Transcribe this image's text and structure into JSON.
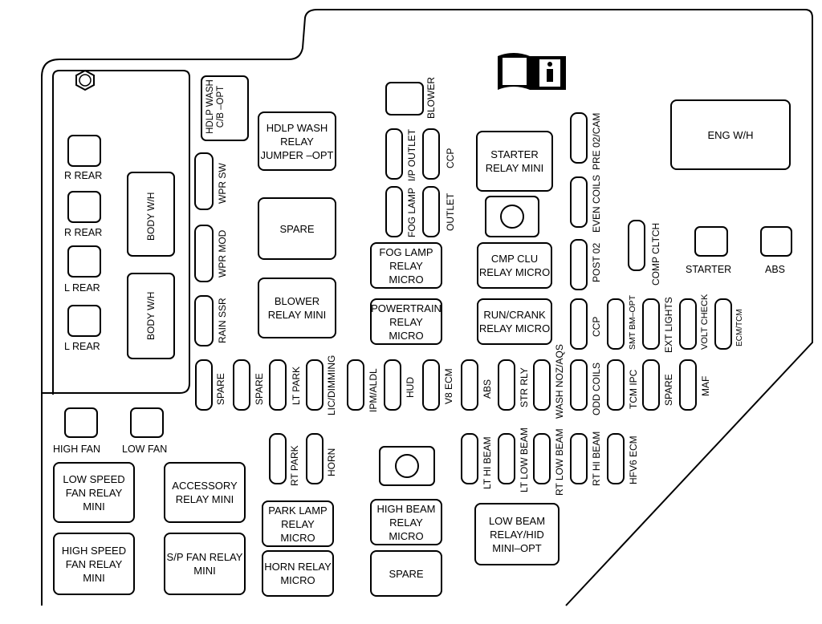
{
  "left_panel": {
    "relays": [
      {
        "id": "r-rear-1",
        "label": "R REAR"
      },
      {
        "id": "r-rear-2",
        "label": "R REAR"
      },
      {
        "id": "l-rear-1",
        "label": "L REAR"
      },
      {
        "id": "l-rear-2",
        "label": "L REAR"
      }
    ],
    "body_wh_1": "BODY W/H",
    "body_wh_2": "BODY W/H"
  },
  "upper_center": {
    "hdlp_wash_cb": "HDLP WASH C/B –OPT",
    "hdlp_wash_relay": "HDLP WASH RELAY JUMPER –OPT",
    "wpr_sw": "WPR SW",
    "wpr_mod": "WPR MOD",
    "rain_ssr": "RAIN SSR",
    "spare_big": "SPARE",
    "blower_relay": "BLOWER RELAY MINI",
    "blower": "BLOWER",
    "ip_outlet": "I/P OUTLET",
    "ccp_top": "CCP",
    "fog_lamp_fuse": "FOG LAMP",
    "outlet": "OUTLET",
    "fog_lamp_relay": "FOG LAMP RELAY MICRO",
    "powertrain_relay": "POWERTRAIN RELAY MICRO",
    "starter_relay": "STARTER RELAY MINI",
    "cmp_clu_relay": "CMP CLU RELAY MICRO",
    "run_crank_relay": "RUN/CRANK RELAY MICRO",
    "pre02_cam": "PRE 02/CAM",
    "even_coils": "EVEN COILS",
    "post02": "POST 02",
    "comp_clutch": "COMP CLTCH",
    "eng_wh": "ENG W/H",
    "starter": "STARTER",
    "abs_top": "ABS",
    "ccp_mid": "CCP",
    "smt_bm_opt": "SMT BM–OPT",
    "ext_lights": "EXT LIGHTS",
    "volt_check": "VOLT CHECK",
    "ecm_tcm": "ECM/TCM"
  },
  "fuse_row": [
    "SPARE",
    "SPARE",
    "LT PARK",
    "LIC/DIMMING",
    "IPM/ALDL",
    "HUD",
    "V8 ECM",
    "ABS",
    "STR RLY",
    "WASH NOZ/AQS",
    "ODD COILS",
    "TCM IPC",
    "SPARE",
    "MAF"
  ],
  "lower": {
    "high_fan": "HIGH FAN",
    "low_fan": "LOW FAN",
    "low_speed_fan": "LOW SPEED FAN RELAY MINI",
    "accessory": "ACCESSORY RELAY MINI",
    "high_speed_fan": "HIGH SPEED FAN RELAY MINI",
    "sp_fan": "S/P FAN RELAY MINI",
    "rt_park": "RT PARK",
    "horn_fuse": "HORN",
    "park_lamp": "PARK LAMP RELAY MICRO",
    "horn_relay": "HORN RELAY MICRO",
    "high_beam": "HIGH BEAM RELAY MICRO",
    "spare_bottom": "SPARE",
    "lt_hi_beam": "LT HI BEAM",
    "lt_low_beam": "LT LOW BEAM",
    "rt_low_beam": "RT LOW BEAM",
    "rt_hi_beam": "RT HI BEAM",
    "hfv6_ecm": "HFV6 ECM",
    "low_beam_hid": "LOW BEAM RELAY/HID MINI–OPT"
  }
}
